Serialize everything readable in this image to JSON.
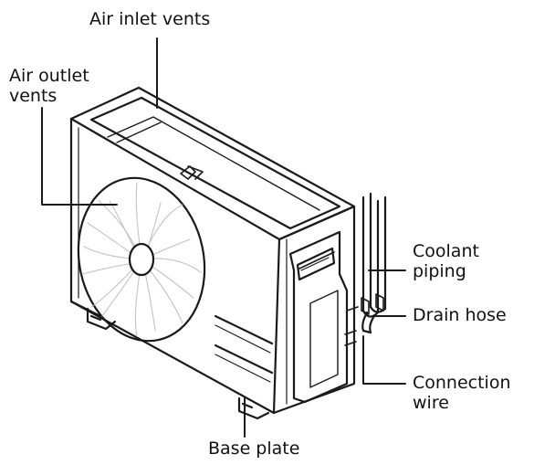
{
  "labels": {
    "air_inlet": "Air inlet vents",
    "air_outlet_line1": "Air outlet",
    "air_outlet_line2": "vents",
    "coolant_line1": "Coolant",
    "coolant_line2": "piping",
    "drain": "Drain hose",
    "connection_line1": "Connection",
    "connection_line2": "wire",
    "base": "Base plate"
  },
  "colors": {
    "line": "#1a1a1a",
    "fan_blade": "#bdbdbd",
    "text": "#111111"
  }
}
